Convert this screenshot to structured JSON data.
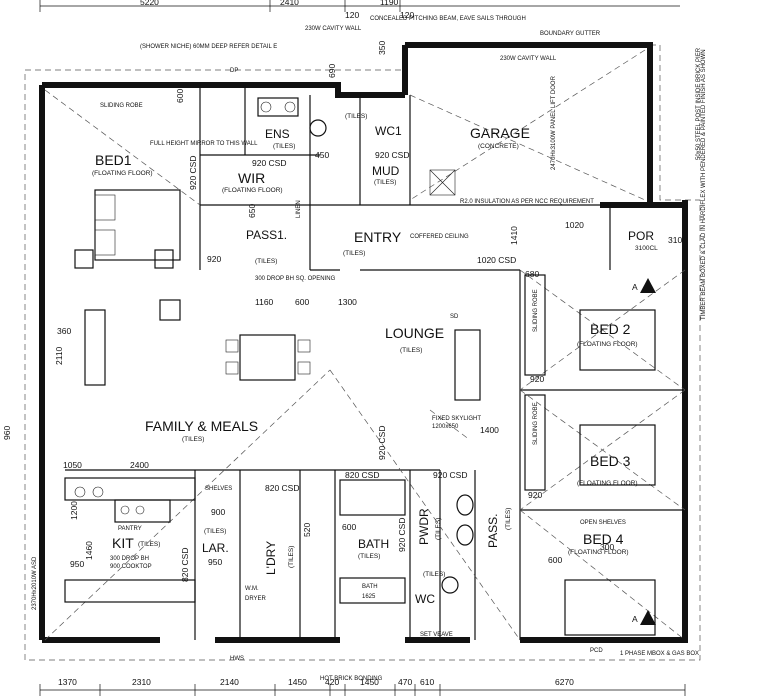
{
  "rooms": {
    "bed1": {
      "name": "BED1",
      "sub": "(FLOATING FLOOR)"
    },
    "wir": {
      "name": "WIR",
      "sub": "(FLOATING FLOOR)"
    },
    "ens": {
      "name": "ENS",
      "sub": "(TILES)"
    },
    "wc1": {
      "name": "WC1",
      "sub": "(TILES)"
    },
    "mud": {
      "name": "MUD",
      "sub": "(TILES)"
    },
    "garage": {
      "name": "GARAGE",
      "sub": "(CONCRETE)"
    },
    "pass1": {
      "name": "PASS1.",
      "sub": "(TILES)"
    },
    "entry": {
      "name": "ENTRY",
      "sub": "(TILES)"
    },
    "por": {
      "name": "POR",
      "sub": "3100CL"
    },
    "lounge": {
      "name": "LOUNGE",
      "sub": "(TILES)"
    },
    "bed2": {
      "name": "BED 2",
      "sub": "(FLOATING FLOOR)"
    },
    "bed3": {
      "name": "BED 3",
      "sub": "(FLOATING FLOOR)"
    },
    "bed4": {
      "name": "BED 4",
      "sub": "(FLOATING FLOOR)"
    },
    "family": {
      "name": "FAMILY & MEALS",
      "sub": "(TILES)"
    },
    "kit": {
      "name": "KIT",
      "sub": "(TILES)"
    },
    "lar": {
      "name": "LAR.",
      "sub": "(TILES)"
    },
    "ldry": {
      "name": "L'DRY",
      "sub": "(TILES)"
    },
    "bath": {
      "name": "BATH",
      "sub": "(TILES)"
    },
    "pwdr": {
      "name": "PWDR",
      "sub": "(TILES)"
    },
    "pass2": {
      "name": "PASS.",
      "sub": "(TILES)"
    },
    "wc2": {
      "name": "WC",
      "sub": "(TILES)"
    }
  },
  "fixtures": {
    "sliding_robe": "SLIDING ROBE",
    "open_shelves": "OPEN SHELVES",
    "bath_tub": "BATH",
    "bath_size": "1625",
    "skylight": "FIXED SKYLIGHT",
    "skylight_size": "1200x650",
    "shelves": "SHELVES",
    "linen": "LINEN",
    "sd": "SD",
    "mbox": "1 PHASE MBOX & GAS BOX",
    "pantry": "PANTRY",
    "wm": "W.M.",
    "dryer": "DRYER"
  },
  "notes": {
    "cavity_top": "230W CAVITY WALL",
    "pitching_beam": "CONCEALED PITCHING BEAM, EAVE SAILS THROUGH",
    "boundary_gutter": "BOUNDARY GUTTER",
    "cavity_garage": "230W CAVITY WALL",
    "shower_niche": "(SHOWER NICHE) 60MM DEEP REFER DETAIL E",
    "mirror": "FULL HEIGHT MIRROR TO THIS WALL",
    "insulation": "R2.0 INSULATION AS PER NCC REQUIREMENT",
    "steel_post": "50x50 STEEL POST INSIDE BRICK PIER",
    "timber_post": "TIMBER BEAM BOXED & CLAD IN HARDIFLEX WITH PENDERED & PAINTED FINISH AS SHOWN",
    "panel_door": "2470Hx3100W PANEL LIFT DOOR",
    "coffered": "COFFERED CEILING",
    "hws": "HWS",
    "hot_brick": "HOT BRICK BONDING",
    "cooktop": "900 COOKTOP",
    "drop_bh": "300 DROP BH",
    "drop_bh_sq": "300 DROP BH SQ. OPENING",
    "set_ve": "SET VEAVE"
  },
  "dims_top": [
    "5220",
    "2410",
    "120",
    "1190",
    "120"
  ],
  "dims_bottom": [
    "1370",
    "2310",
    "2140",
    "1450",
    "420",
    "1450",
    "470",
    "610",
    "6270"
  ],
  "dims_inner": {
    "d600a": "600",
    "d690": "690",
    "d350": "350",
    "d920csd_a": "920 CSD",
    "d920csd_b": "920 CSD",
    "d920csd_c": "920 CSD",
    "d920csd_d": "920 CSD",
    "d920csd_e": "920 CSD",
    "d920csd_f": "920 CSD",
    "d450": "450",
    "d650": "650",
    "d920a": "920",
    "d1160": "1160",
    "d600b": "600",
    "d1300": "1300",
    "d360": "360",
    "d2110": "2110",
    "d1020csd": "1020 CSD",
    "d1020": "1020",
    "d680": "680",
    "d920b": "920",
    "d920c": "920",
    "d1410": "1410",
    "d310": "310",
    "d1400": "1400",
    "d1050": "1050",
    "d2400": "2400",
    "d1200": "1200",
    "d1460": "1460",
    "d950a": "950",
    "d950b": "950",
    "d900": "900",
    "d820csd_a": "820 CSD",
    "d820csd_b": "820 CSD",
    "d820csd_c": "820 CSD",
    "d600c": "600",
    "d520": "520",
    "d600d": "600",
    "d960": "960",
    "d300": "300",
    "d3000": "2370Hx2010W ASD"
  },
  "markers": {
    "section_a": "A",
    "section_a2": "A",
    "dp": "DP",
    "pcd": "PCD"
  }
}
